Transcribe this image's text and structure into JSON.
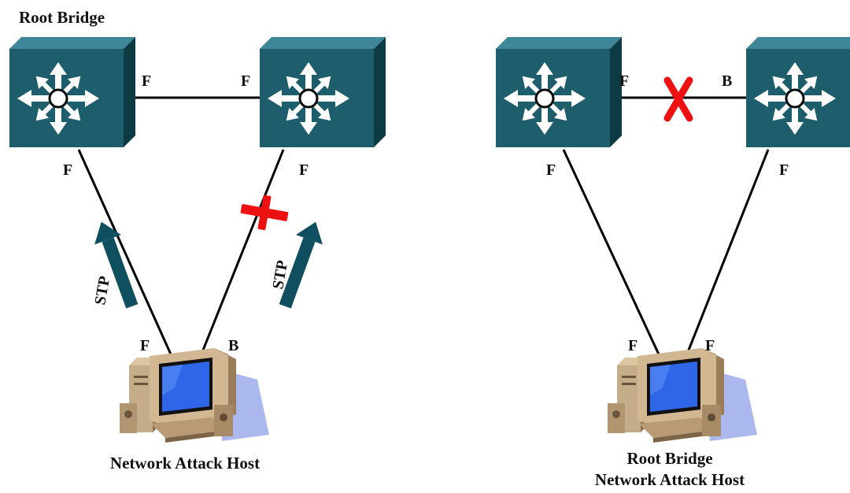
{
  "left": {
    "root_bridge_label": "Root Bridge",
    "port_labels": {
      "sw1_right": "F",
      "sw2_left": "F",
      "sw1_bottom": "F",
      "sw2_bottom": "F",
      "host_left": "F",
      "host_right": "B"
    },
    "arrow_labels": {
      "left": "STP",
      "right": "STP"
    },
    "host_caption": "Network Attack Host"
  },
  "right": {
    "port_labels": {
      "sw1_right": "F",
      "sw2_left": "B",
      "sw1_bottom": "F",
      "sw2_bottom": "F",
      "host_left": "F",
      "host_right": "F"
    },
    "host_caption_line1": "Root Bridge",
    "host_caption_line2": "Network Attack Host"
  },
  "icons": [
    "switch-icon",
    "computer-icon",
    "blocked-x-icon",
    "stp-arrow-icon"
  ],
  "colors": {
    "switch_front": "#1d5d6c",
    "switch_top": "#3f8798",
    "switch_side": "#0e3a44",
    "arrow": "#0f4f60",
    "block_x": "#ee1111",
    "link": "#000000"
  }
}
